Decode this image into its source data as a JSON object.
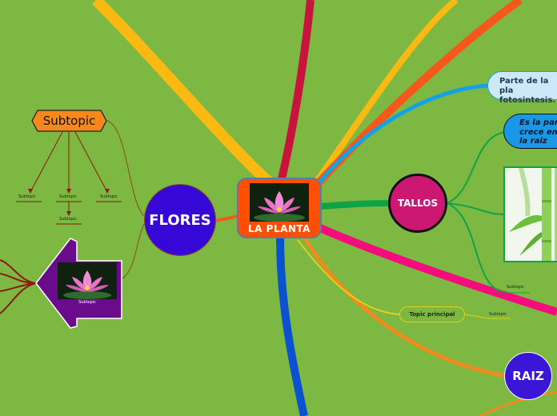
{
  "central": {
    "label": "LA PLANTA",
    "color": "#fe5000",
    "icon": "lotus-flower-image"
  },
  "main_topics": {
    "flores": {
      "label": "FLORES",
      "color": "#3508d8"
    },
    "tallos": {
      "label": "TALLOS",
      "color": "#cc1773"
    },
    "raiz": {
      "label": "RAIZ",
      "color": "#3a16d6"
    }
  },
  "flores_branch": {
    "subtopic_box": {
      "label": "Subtopic",
      "color": "#f7891c"
    },
    "small_subtopics": [
      "Subtopic",
      "Subtopic",
      "Subtopic",
      "Subtopic"
    ],
    "arrow_node": {
      "label": "Subtopic",
      "color": "#6a0b8c",
      "icon": "lotus-flower-image"
    }
  },
  "tallos_branch": {
    "callout_light": {
      "text": "Parte de la pla fotosintesis.",
      "color": "#cfe8f7"
    },
    "callout_dark": {
      "text": "Es la par crece en la raiz",
      "color": "#1a97e6"
    },
    "image": {
      "icon": "bamboo-plant-image"
    },
    "subtopic": "Subtopic"
  },
  "lower_branch": {
    "topic_principal": "Topic principal",
    "subtopic": "Subtopic"
  },
  "colors": {
    "background": "#7cb842",
    "yellow_branch": "#fcb911",
    "crimson_branch": "#c8143c",
    "orange_branch": "#f6581c",
    "blue_branch": "#13a2e6",
    "green_branch": "#0fa348",
    "pink_branch": "#f50c7d",
    "dark_blue_branch": "#0a52d0",
    "dark_red_branch": "#8b1a0a"
  }
}
